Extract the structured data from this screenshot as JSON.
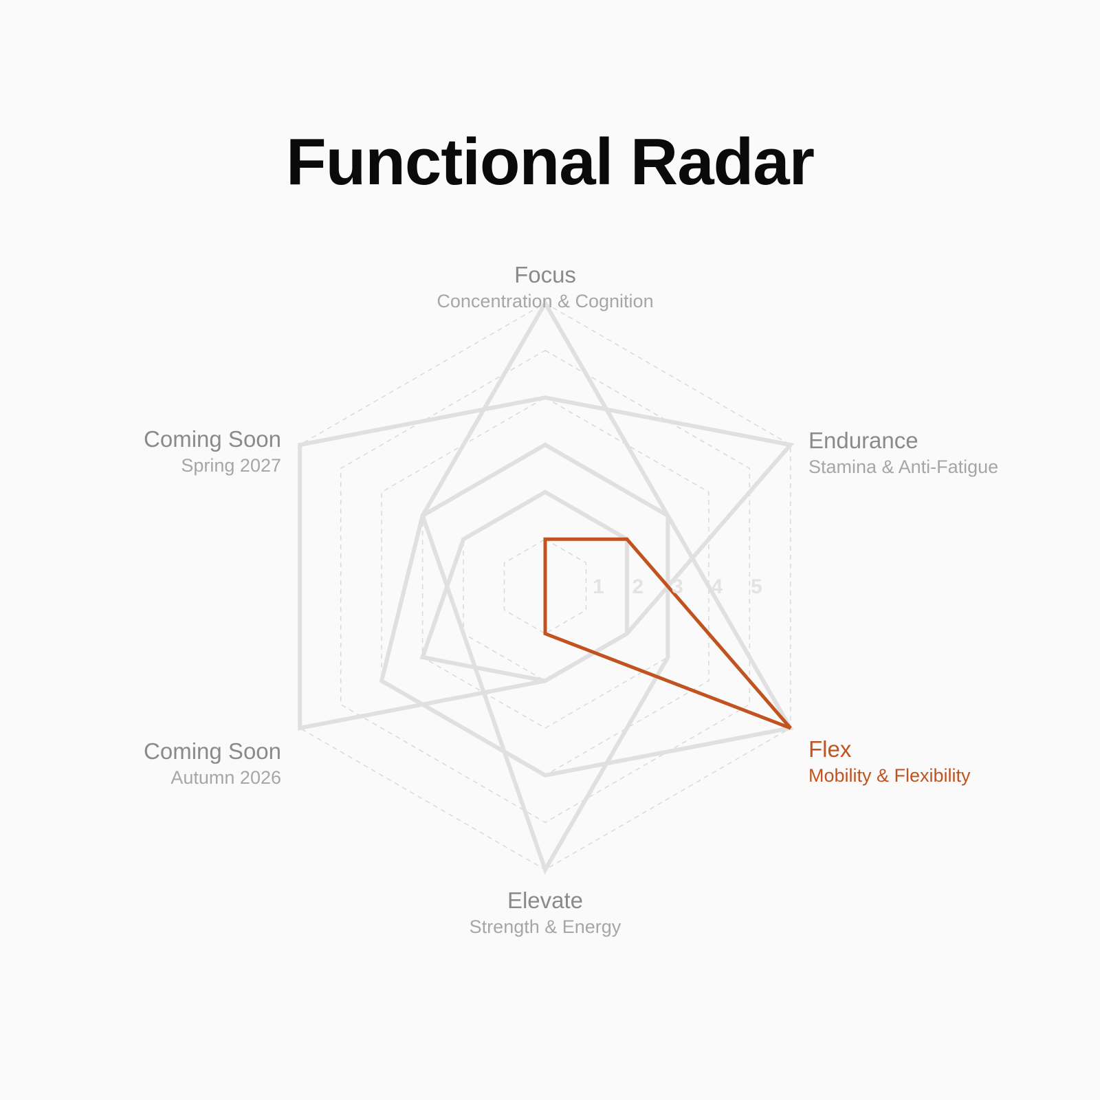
{
  "title": "Functional Radar",
  "colors": {
    "background": "#fafafa",
    "title": "#0a0a0a",
    "grid": "#d9d9d9",
    "inactive_series": "#e0e0e0",
    "active_series": "#c0531f",
    "axis_label": "#8a8a8a",
    "axis_sublabel": "#a6a6a6",
    "tick_label": "#e3e3e3"
  },
  "chart_data": {
    "type": "radar",
    "rmax": 6,
    "ticks": [
      1,
      2,
      3,
      4,
      5
    ],
    "grid": true,
    "axes": [
      {
        "name": "Focus",
        "sub": "Concentration & Cognition"
      },
      {
        "name": "Endurance",
        "sub": "Stamina & Anti-Fatigue"
      },
      {
        "name": "Flex",
        "sub": "Mobility & Flexibility"
      },
      {
        "name": "Elevate",
        "sub": "Strength & Energy"
      },
      {
        "name": "Coming Soon",
        "sub": "Autumn 2026"
      },
      {
        "name": "Coming Soon",
        "sub": "Spring 2027"
      }
    ],
    "active_axis": 2,
    "series": [
      {
        "values": [
          6,
          3,
          3,
          6,
          2,
          3
        ],
        "active": false
      },
      {
        "values": [
          4,
          6,
          2,
          2,
          6,
          6
        ],
        "active": false
      },
      {
        "values": [
          3,
          3,
          6,
          4,
          4,
          3
        ],
        "active": false
      },
      {
        "values": [
          2,
          2,
          2,
          2,
          3,
          2
        ],
        "active": false
      },
      {
        "values": [
          1,
          2,
          6,
          1,
          0,
          0
        ],
        "active": true
      }
    ]
  }
}
